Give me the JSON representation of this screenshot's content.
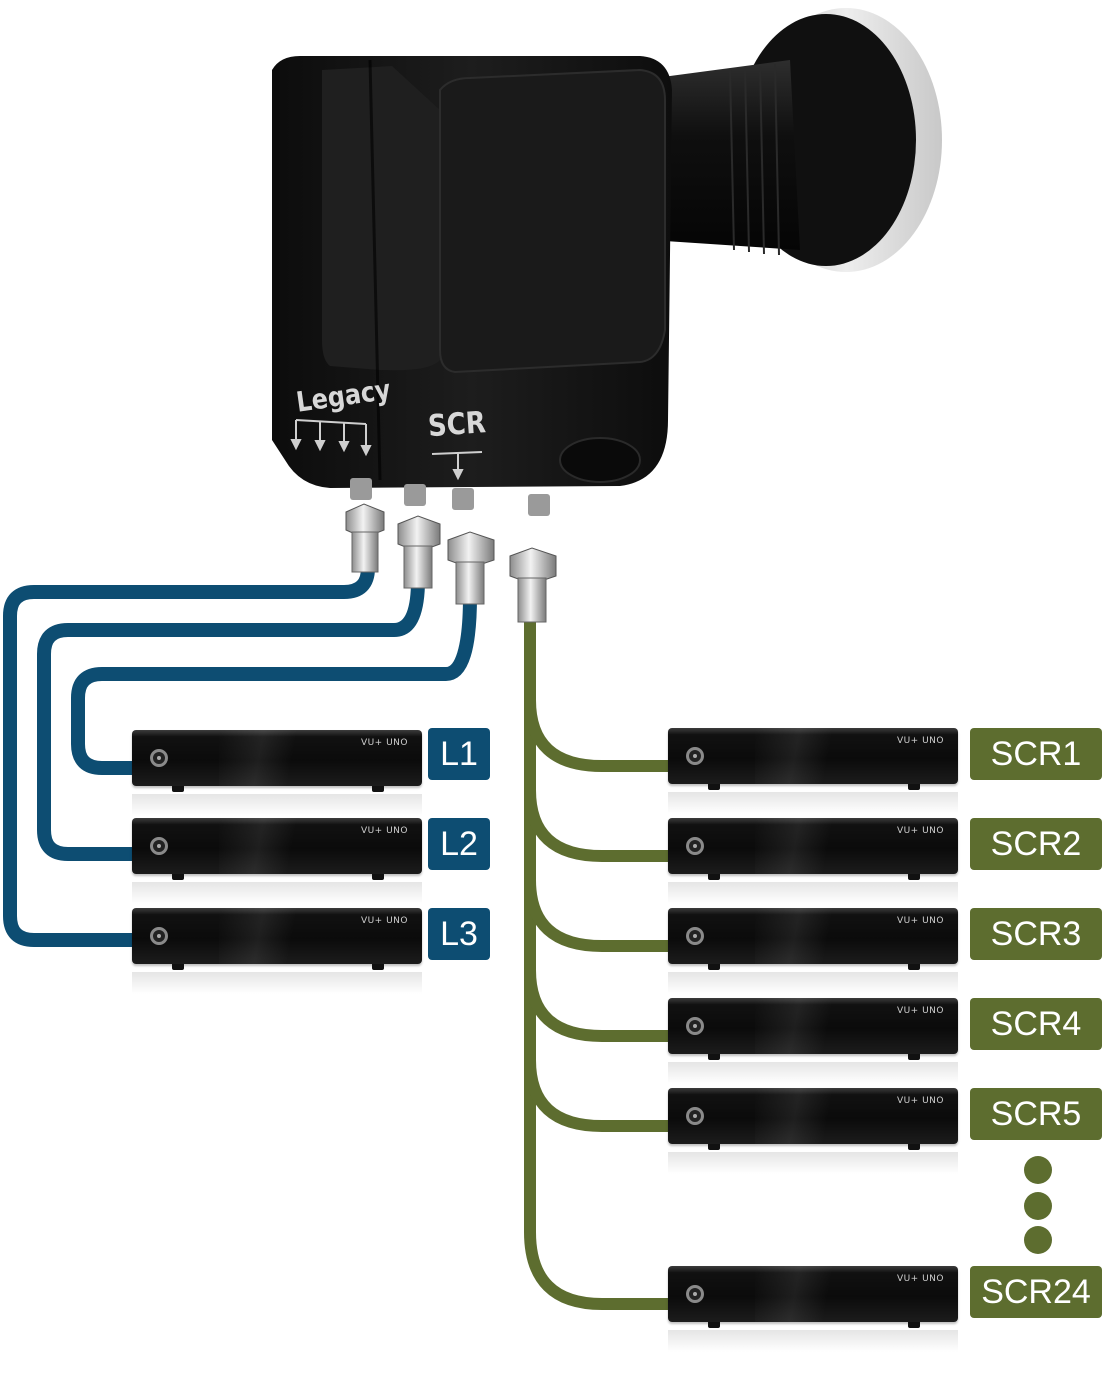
{
  "lnb": {
    "legacy_label": "Legacy",
    "scr_label": "SCR"
  },
  "receivers": {
    "brand": "VU+ UNO"
  },
  "legacy_outputs": [
    "L1",
    "L2",
    "L3"
  ],
  "scr_outputs": [
    "SCR1",
    "SCR2",
    "SCR3",
    "SCR4",
    "SCR5",
    "SCR24"
  ],
  "colors": {
    "legacy_cable": "#0d4d72",
    "scr_cable": "#5d6d2f",
    "lnb_body": "#141414",
    "dish_feed": "#dcdcdc"
  }
}
